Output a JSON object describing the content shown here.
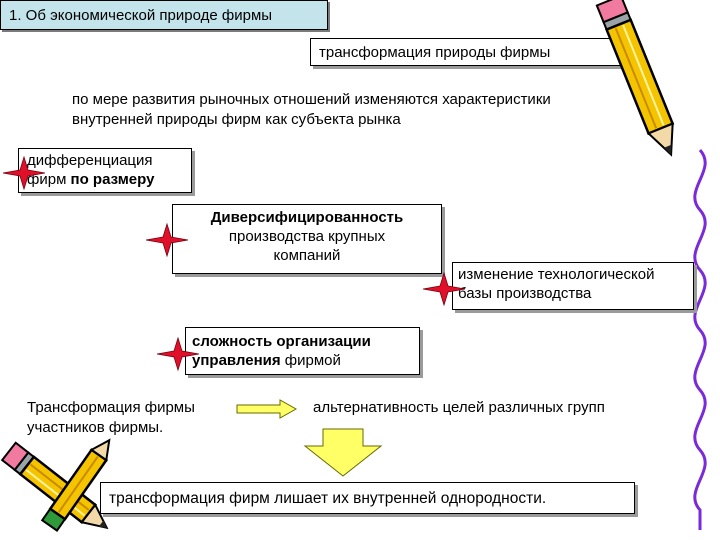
{
  "title": "1.  Об экономической природе фирмы",
  "transform_label": "трансформация природы фирмы",
  "intro": {
    "line1": "по мере развития рыночных отношений изменяются характеристики",
    "line2": "внутренней природы фирм как субъекта рынка"
  },
  "differentiation": {
    "line1": "дифференциация",
    "line2_plain": "фирм ",
    "line2_bold": "по размеру"
  },
  "diversification": {
    "line1": "Диверсифицированность",
    "line2": "производства крупных",
    "line3": "компаний"
  },
  "technology": {
    "line1": "изменение технологической",
    "line2": "базы производства"
  },
  "complexity": {
    "line1": "сложность организации",
    "line2_bold": "управления",
    "line2_plain": " фирмой"
  },
  "bottom_left": {
    "line1": "Трансформация фирмы",
    "line2": "участников фирмы."
  },
  "alternative": "альтернативность целей различных групп",
  "conclusion": "трансформация фирм  лишает их внутренней однородности.",
  "colors": {
    "title_bg": "#c4e4ec",
    "star_red": "#e0102a",
    "arrow_yellow": "#ffff66",
    "pencil_yellow": "#f5c400",
    "wavy_line": "#7a2ad8"
  },
  "icons": [
    "red-star-icon",
    "pencil-icon",
    "right-arrow-icon",
    "down-arrow-icon",
    "wavy-line-decoration"
  ]
}
